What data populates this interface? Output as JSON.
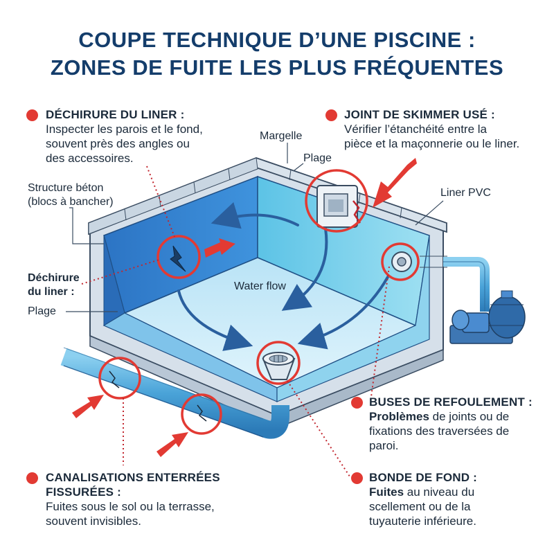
{
  "title": {
    "line1": "COUPE TECHNIQUE D’UNE PISCINE :",
    "line2": "ZONES DE FUITE LES PLUS FRÉQUENTES"
  },
  "callouts": {
    "liner": {
      "head": "DÉCHIRURE DU LINER :",
      "lines": [
        "Inspecter les parois et le fond,",
        "souvent près des angles ou",
        "des accessoires."
      ]
    },
    "skimmer": {
      "head": "JOINT DE SKIMMER USÉ :",
      "lines": [
        "Vérifier l’étanchéité entre la",
        "pièce et la maçonnerie ou le liner."
      ]
    },
    "buses": {
      "head": "BUSES DE REFOULEMENT :",
      "bold": "Problèmes",
      "line1_rest": " de joints ou de",
      "lines": [
        "fixations des traversées de",
        "paroi."
      ]
    },
    "canalisations": {
      "head1": "CANALISATIONS ENTERRÉES",
      "head2": "FISSURÉES :",
      "lines": [
        "Fuites sous le sol ou la terrasse,",
        "souvent invisibles."
      ]
    },
    "bonde": {
      "head": "BONDE DE FOND :",
      "bold": "Fuites",
      "line1_rest": " au niveau du",
      "lines": [
        "scellement ou de la",
        "tuyauterie inférieure."
      ]
    }
  },
  "labels": {
    "margelle": "Margelle",
    "plage_top": "Plage",
    "structure1": "Structure béton",
    "structure2": "(blocs à bancher)",
    "liner_pvc": "Liner PVC",
    "dechirure1": "Déchirure",
    "dechirure2": "du liner :",
    "plage_left": "Plage",
    "water_flow": "Water flow"
  },
  "colors": {
    "title": "#143d6b",
    "alert": "#e23a33",
    "water_deep": "#3d8fdc",
    "water_light": "#9fd8f2",
    "pipe": "#4aa3d8",
    "coping": "#c9d6e2"
  }
}
